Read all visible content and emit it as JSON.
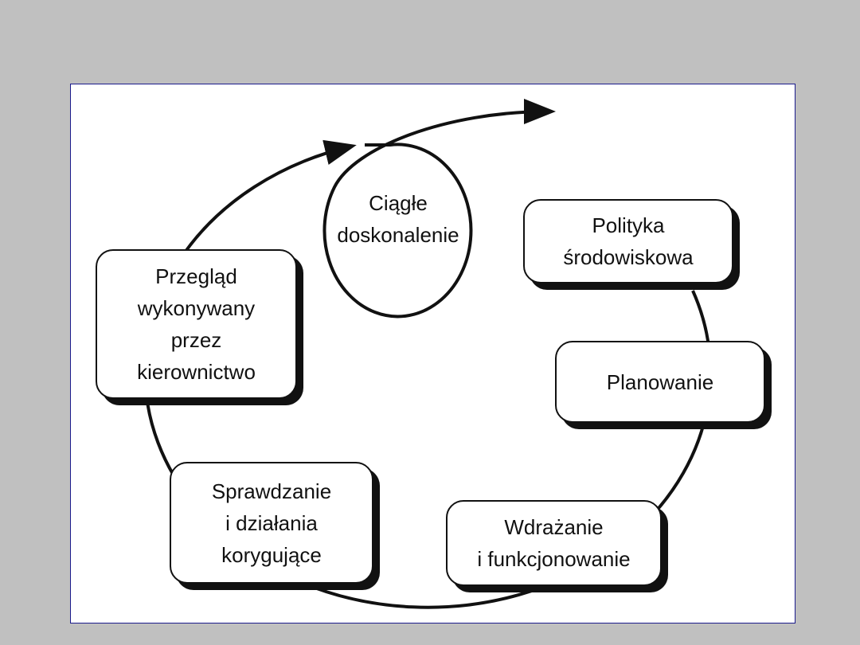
{
  "diagram": {
    "center": "Ciągłe\ndoskonalenie",
    "steps": [
      "Polityka\nśrodowiskowa",
      "Planowanie",
      "Wdrażanie\ni funkcjonowanie",
      "Sprawdzanie\ni działania\nkorygujące",
      "Przegląd\nwykonywany\nprzez\nkierownictwo"
    ]
  }
}
